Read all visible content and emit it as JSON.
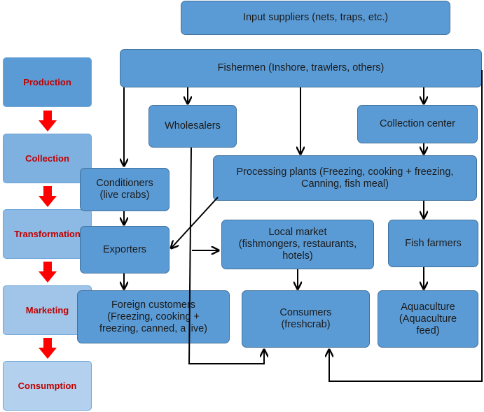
{
  "stages": [
    {
      "id": "production",
      "label": "Production",
      "color": "#5b9bd5"
    },
    {
      "id": "collection",
      "label": "Collection",
      "color": "#7eb0e0"
    },
    {
      "id": "transformation",
      "label": "Transformation",
      "color": "#8dbae4"
    },
    {
      "id": "marketing",
      "label": "Marketing",
      "color": "#a0c5e9"
    },
    {
      "id": "consumption",
      "label": "Consumption",
      "color": "#b3d1ee"
    }
  ],
  "nodes": {
    "input_suppliers": "Input suppliers (nets, traps, etc.)",
    "fishermen": "Fishermen (Inshore, trawlers, others)",
    "wholesalers": "Wholesalers",
    "collection_center": "Collection center",
    "conditioners": {
      "line1": "Conditioners",
      "line2": "(live crabs)"
    },
    "processing_plants": {
      "line1": "Processing plants (Freezing, cooking + freezing,",
      "line2": "Canning, fish meal)"
    },
    "exporters": "Exporters",
    "local_market": {
      "line1": "Local market",
      "line2": "(fishmongers, restaurants,",
      "line3": "hotels)"
    },
    "fish_farmers": "Fish farmers",
    "foreign_customers": {
      "line1": "Foreign customers",
      "line2": "(Freezing, cooking +",
      "line3": "freezing, canned, a live)"
    },
    "consumers": {
      "line1": "Consumers",
      "line2": "(freshcrab)"
    },
    "aquaculture": {
      "line1": "Aquaculture",
      "line2": "(Aquaculture",
      "line3": "feed)"
    }
  },
  "colors": {
    "node_fill": "#5b9bd5",
    "node_border": "#41719c",
    "stage_arrow": "#ff0000",
    "stage_text": "#c00000",
    "connector": "#000000"
  }
}
